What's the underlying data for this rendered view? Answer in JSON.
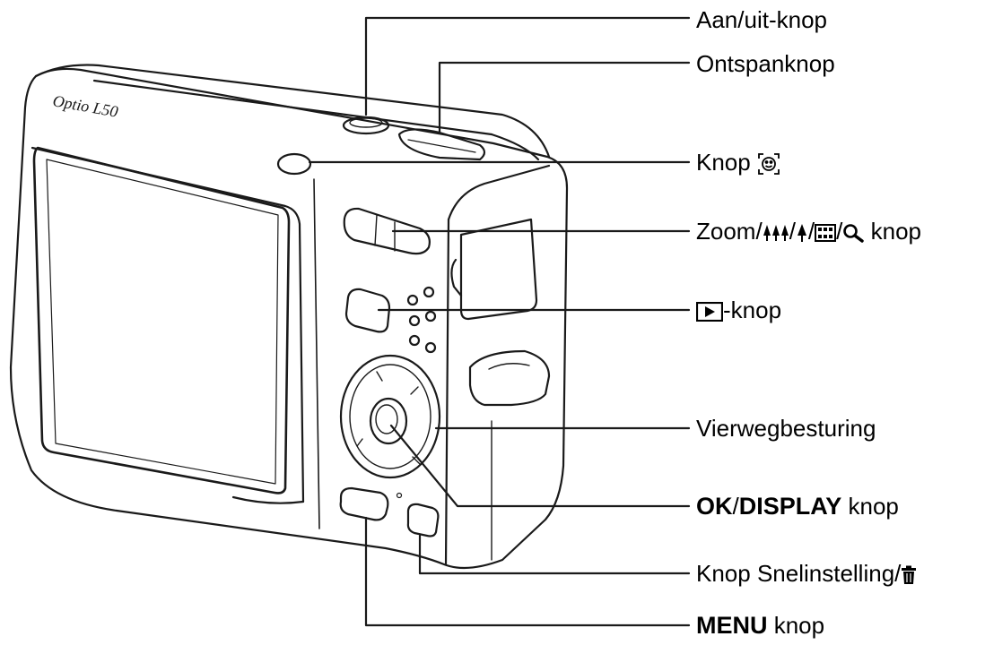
{
  "camera": {
    "model_text": "Optio L50"
  },
  "labels": {
    "power": "Aan/uit-knop",
    "shutter": "Ontspanknop",
    "face": {
      "text": "Knop",
      "icon": "face-detect-icon"
    },
    "zoom": {
      "prefix": "Zoom/",
      "sep1": "/",
      "sep2": "/",
      "sep3": "/",
      "suffix": " knop",
      "icons": [
        "wide-trees-icon",
        "tele-tree-icon",
        "thumbnail-grid-icon",
        "magnifier-icon"
      ]
    },
    "playback": {
      "icon": "playback-icon",
      "suffix": "-knop"
    },
    "fourway": "Vierwegbesturing",
    "ok": {
      "ok": "OK",
      "slash": "/",
      "display": "DISPLAY",
      "suffix": " knop"
    },
    "quick": {
      "text": "Knop Snelinstelling/",
      "icon": "trash-icon"
    },
    "menu": {
      "menu": "MENU",
      "suffix": " knop"
    }
  },
  "colors": {
    "ink": "#1a1a1a",
    "body": "#ffffff"
  }
}
